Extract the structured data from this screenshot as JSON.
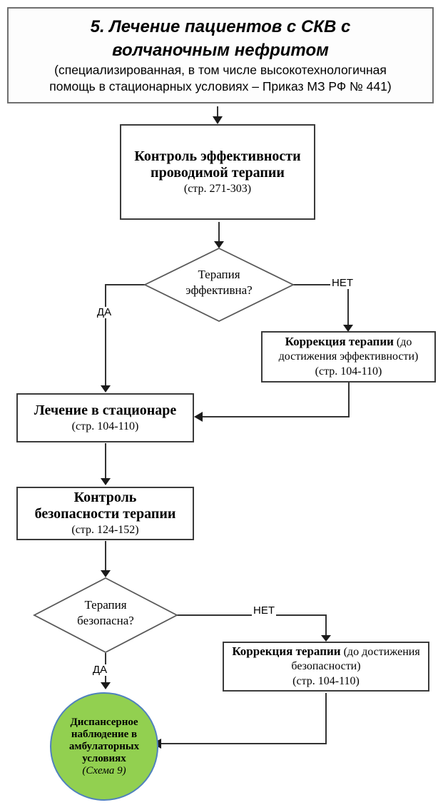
{
  "title_box": {
    "title_line1": "5. Лечение пациентов с СКВ с",
    "title_line2": "волчаночным нефритом",
    "subtitle_line1": "(специализированная, в том числе высокотехнологичная",
    "subtitle_line2": "помощь в стационарных условиях – Приказ МЗ РФ № 441)"
  },
  "nodes": {
    "control_effectiveness": {
      "line1": "Контроль эффективности",
      "line2": "проводимой терапии",
      "pages": "(стр. 271-303)"
    },
    "decision_effectiveness": {
      "line1": "Терапия",
      "line2": "эффективна?"
    },
    "correction_effectiveness": {
      "bold": "Коррекция терапии",
      "rest": " (до достижения эффективности)",
      "pages": "(стр. 104-110)"
    },
    "inpatient_treatment": {
      "title": "Лечение в стационаре",
      "pages": "(стр. 104-110)"
    },
    "control_safety": {
      "line1": "Контроль",
      "line2": "безопасности терапии",
      "pages": "(стр. 124-152)"
    },
    "decision_safety": {
      "line1": "Терапия",
      "line2": "безопасна?"
    },
    "correction_safety": {
      "bold": "Коррекция терапии",
      "rest": " (до достижения безопасности)",
      "pages": "(стр. 104-110)"
    },
    "dispensary_observation": {
      "line1": "Диспансерное",
      "line2": "наблюдение в",
      "line3": "амбулаторных",
      "line4": "условиях",
      "scheme": "(Схема 9)"
    }
  },
  "edge_labels": {
    "yes1": "ДА",
    "no1": "НЕТ",
    "yes2": "ДА",
    "no2": "НЕТ"
  },
  "colors": {
    "terminal_fill": "#92d050",
    "terminal_border": "#4f81bd",
    "connector": "#333333",
    "box_border": "#3b3b3b"
  }
}
